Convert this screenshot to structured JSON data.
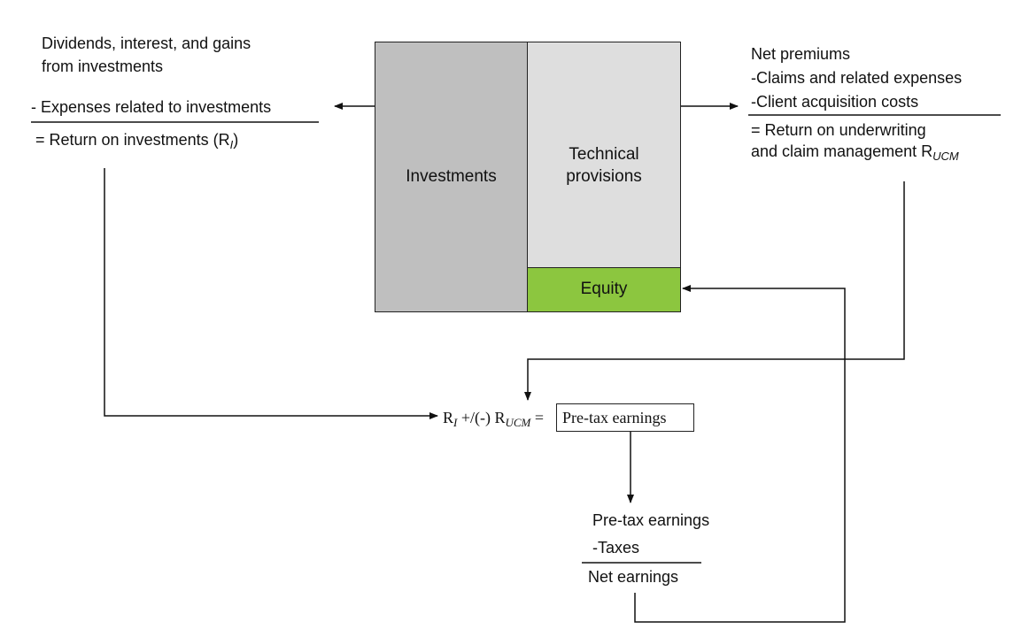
{
  "colors": {
    "investments_fill": "#bfbfbf",
    "technical_provisions_fill": "#dedede",
    "equity_fill": "#8cc63f",
    "line": "#111111"
  },
  "balance_sheet": {
    "investments": "Investments",
    "technical_provisions_line1": "Technical",
    "technical_provisions_line2": "provisions",
    "equity": "Equity"
  },
  "investments_side": {
    "line1": "Dividends, interest, and gains",
    "line2": "from investments",
    "line3": "- Expenses related to investments",
    "result_prefix": "=  Return  on  investments  (R",
    "result_sub": "I",
    "result_suffix": ")"
  },
  "underwriting_side": {
    "line1": "Net premiums",
    "line2": "-Claims and related expenses",
    "line3": "-Client acquisition costs",
    "result_line1": "= Return on underwriting",
    "result_line2_prefix": "and claim management R",
    "result_line2_sub": "UCM"
  },
  "equation": {
    "r": "R",
    "r_sub": "I",
    "op": " +/(-) R",
    "ucm_sub": "UCM",
    "equals": " =",
    "result": "Pre-tax earnings"
  },
  "net_earnings_calc": {
    "line1": "Pre-tax earnings",
    "line2": "-Taxes",
    "result": "Net earnings"
  }
}
